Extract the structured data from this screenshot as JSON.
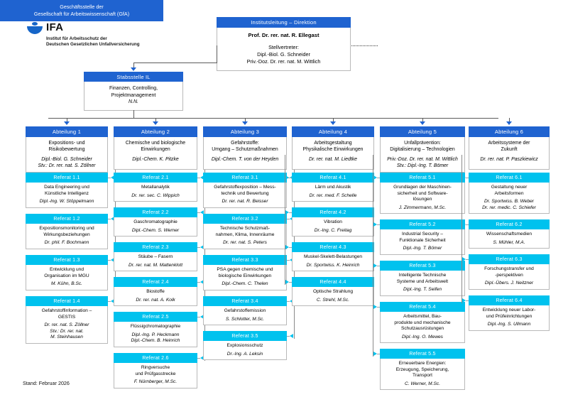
{
  "logo": {
    "wordmark": "IFA",
    "line1": "Institut für Arbeitsschutz der",
    "line2": "Deutschen Gesetzlichen Unfallversicherung"
  },
  "colors": {
    "header_dark": "#1f63d0",
    "header_cyan": "#00c2ee",
    "logo_blue": "#1565c8",
    "box_border": "#b9b9b9",
    "connector": "#5b5b5b"
  },
  "direktion": {
    "title": "Institutsleitung – Direktion",
    "leader": "Prof. Dr. rer. nat. R. Ellegast",
    "deputy_label": "Stellvertreter:",
    "deputy1": "Dipl.-Biol. G. Schneider",
    "deputy2": "Priv.-Doz. Dr. rer. nat. M. Wittlich"
  },
  "gfa": {
    "line1": "Geschäftsstelle der",
    "line2": "Gesellschaft für Arbeitswissenschaft (GfA)"
  },
  "stabsstelle": {
    "title": "Stabsstelle IL",
    "line1": "Finanzen, Controlling,",
    "line2": "Projektmanagement",
    "lead": "N.N."
  },
  "departments": [
    {
      "id": "abteilung-1",
      "title": "Abteilung 1",
      "desc1": "Expositions- und",
      "desc2": "Risikobewertung",
      "lead": "Dipl.-Biol. G. Schneider",
      "deputy": "Stv.: Dr. rer. nat. S. Zöllner",
      "units": [
        {
          "title": "Referat 1.1",
          "lines": [
            "Data Engineering und",
            "Künstliche Intelligenz"
          ],
          "staff": [
            "Dipl.-Ing. W. Stöppelmann"
          ]
        },
        {
          "title": "Referat 1.2",
          "lines": [
            "Expositionsmonitoring und",
            "Wirkungsbeziehungen"
          ],
          "staff": [
            "Dr. phil. F. Bochmann"
          ]
        },
        {
          "title": "Referat 1.3",
          "lines": [
            "Entwicklung und",
            "Organisation im MGU"
          ],
          "staff": [
            "M. Kühn, B.Sc."
          ]
        },
        {
          "title": "Referat 1.4",
          "lines": [
            "Gefahrstoffinformation –",
            "GESTIS"
          ],
          "staff": [
            "Dr. rer. nat. S. Zöllner",
            "Stv.: Dr. rer. nat.",
            "M. Steinhausen"
          ]
        }
      ]
    },
    {
      "id": "abteilung-2",
      "title": "Abteilung 2",
      "desc1": "Chemische und biologische",
      "desc2": "Einwirkungen",
      "lead": "Dipl.-Chem. K. Pitzke",
      "deputy": "",
      "units": [
        {
          "title": "Referat 2.1",
          "lines": [
            "Metallanalytik"
          ],
          "staff": [
            "Dr. rer. sec. C. Wippich"
          ]
        },
        {
          "title": "Referat 2.2",
          "lines": [
            "Gaschromatographie"
          ],
          "staff": [
            "Dipl.-Chem. S. Werner"
          ]
        },
        {
          "title": "Referat 2.3",
          "lines": [
            "Stäube – Fasern"
          ],
          "staff": [
            "Dr. rer. nat. M. Mattenklott"
          ]
        },
        {
          "title": "Referat 2.4",
          "lines": [
            "Biostoffe"
          ],
          "staff": [
            "Dr. rer. nat. A. Kolk"
          ]
        },
        {
          "title": "Referat 2.5",
          "lines": [
            "Flüssigchromatographie"
          ],
          "staff": [
            "Dipl.-Ing. P. Heckmann",
            "Dipl.-Chem. B. Heinrich"
          ]
        },
        {
          "title": "Referat 2.6",
          "lines": [
            "Ringversuche",
            "und Prüfgasstrecke"
          ],
          "staff": [
            "F. Nürnberger, M.Sc."
          ]
        }
      ]
    },
    {
      "id": "abteilung-3",
      "title": "Abteilung 3",
      "desc1": "Gefahrstoffe:",
      "desc2": "Umgang – Schutzmaßnahmen",
      "lead": "Dipl.-Chem. T. von der Heyden",
      "deputy": "",
      "units": [
        {
          "title": "Referat 3.1",
          "lines": [
            "Gefahrstoffexposition – Mess-",
            "technik und Bewertung"
          ],
          "staff": [
            "Dr. rer. nat. R. Beisser"
          ]
        },
        {
          "title": "Referat 3.2",
          "lines": [
            "Technische Schutzmaß-",
            "nahmen, Klima, Innenräume"
          ],
          "staff": [
            "Dr. rer. nat. S. Peters"
          ]
        },
        {
          "title": "Referat 3.3",
          "lines": [
            "PSA gegen chemische und",
            "biologische Einwirkungen"
          ],
          "staff": [
            "Dipl.-Chem. C. Thelen"
          ]
        },
        {
          "title": "Referat 3.4",
          "lines": [
            "Gefahrstoffemission"
          ],
          "staff": [
            "S. Schlotter, M.Sc."
          ]
        },
        {
          "title": "Referat 3.5",
          "lines": [
            "Explosionsschutz"
          ],
          "staff": [
            "Dr.-Ing. A. Leksin"
          ]
        }
      ]
    },
    {
      "id": "abteilung-4",
      "title": "Abteilung 4",
      "desc1": "Arbeitsgestaltung",
      "desc2": "Physikalische Einwirkungen",
      "lead": "Dr. rer. nat. M. Liedtke",
      "deputy": "",
      "units": [
        {
          "title": "Referat 4.1",
          "lines": [
            "Lärm und Akustik"
          ],
          "staff": [
            "Dr. rer. med. F. Schelle"
          ]
        },
        {
          "title": "Referat 4.2",
          "lines": [
            "Vibration"
          ],
          "staff": [
            "Dr.-Ing. C. Freitag"
          ]
        },
        {
          "title": "Referat 4.3",
          "lines": [
            "Muskel-Skelett-Belastungen"
          ],
          "staff": [
            "Dr. Sportwiss. K. Heinrich"
          ]
        },
        {
          "title": "Referat 4.4",
          "lines": [
            "Optische Strahlung"
          ],
          "staff": [
            "C. Strehl, M.Sc."
          ]
        }
      ]
    },
    {
      "id": "abteilung-5",
      "title": "Abteilung 5",
      "desc1": "Unfallprävention:",
      "desc2": "Digitalisierung – Technologien",
      "lead": "Priv.-Doz. Dr. rer. nat. M. Wittlich",
      "deputy": "Stv.: Dipl.-Ing. T. Bömer",
      "units": [
        {
          "title": "Referat 5.1",
          "lines": [
            "Grundlagen der Maschinen-",
            "sicherheit und Software-",
            "lösungen"
          ],
          "staff": [
            "J. Zimmermann, M.Sc."
          ]
        },
        {
          "title": "Referat 5.2",
          "lines": [
            "Industrial Security –",
            "Funktionale Sicherheit"
          ],
          "staff": [
            "Dipl.-Ing. T. Bömer"
          ]
        },
        {
          "title": "Referat 5.3",
          "lines": [
            "Intelligente Technische",
            "Systeme und Arbeitswelt"
          ],
          "staff": [
            "Dipl.-Ing. T. Seifen"
          ]
        },
        {
          "title": "Referat 5.4",
          "lines": [
            "Arbeitsmittel, Bau-",
            "produkte und mechanische",
            "Schutzausrüstungen"
          ],
          "staff": [
            "Dipl.-Ing. O. Mewes"
          ]
        },
        {
          "title": "Referat 5.5",
          "lines": [
            "Erneuerbare Energien:",
            "Erzeugung, Speicherung,",
            "Transport"
          ],
          "staff": [
            "C. Werner, M.Sc."
          ]
        }
      ]
    },
    {
      "id": "abteilung-6",
      "title": "Abteilung 6",
      "desc1": "Arbeitssysteme der",
      "desc2": "Zukunft",
      "lead": "Dr. rer. nat. P. Paszkiewicz",
      "deputy": "",
      "units": [
        {
          "title": "Referat 6.1",
          "lines": [
            "Gestaltung neuer",
            "Arbeitsformen"
          ],
          "staff": [
            "Dr. Sportwiss. B. Weber",
            "Dr. rer. medic. C. Schiefer"
          ]
        },
        {
          "title": "Referat 6.2",
          "lines": [
            "Wissenschaftsmedien"
          ],
          "staff": [
            "S. Mühler, M.A."
          ]
        },
        {
          "title": "Referat 6.3",
          "lines": [
            "Forschungstransfer und",
            "-perspektiven"
          ],
          "staff": [
            "Dipl.-Übers. J. Neitzner"
          ]
        },
        {
          "title": "Referat 6.4",
          "lines": [
            "Entwicklung neuer Labor-",
            "und Prüfeinrichtungen"
          ],
          "staff": [
            "Dipl.-Ing. S. Ullmann"
          ]
        }
      ]
    }
  ],
  "footer": "Stand: Februar 2026"
}
